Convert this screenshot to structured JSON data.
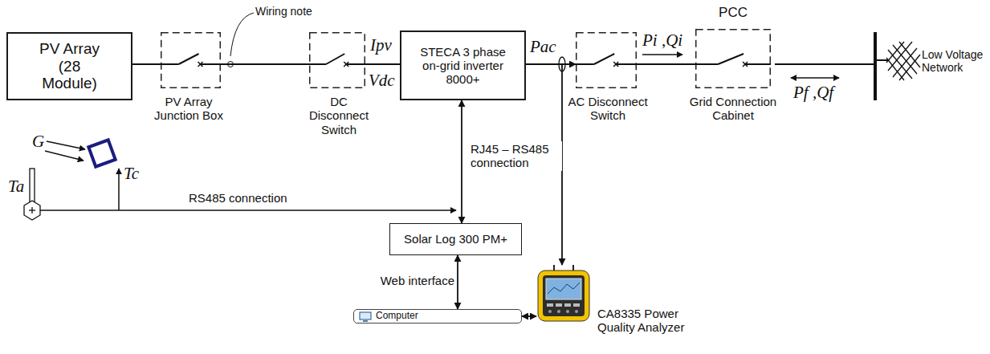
{
  "diagram": {
    "nodes": [
      {
        "text": [
          "PV Array (28 Module)"
        ]
      },
      {
        "text": [
          "PV Array Junction Box"
        ]
      },
      {
        "text": [
          "DC Disconnect Switch"
        ]
      },
      {
        "text": [
          "STECA 3 phase on-grid inverter 8000+"
        ]
      },
      {
        "text": [
          "AC Disconnect Switch"
        ]
      },
      {
        "text": [
          "PCC",
          "Grid Connection Cabinet"
        ]
      },
      {
        "text": [
          "Solar Log 300 PM+"
        ]
      },
      {
        "text": [
          "Computer"
        ]
      },
      {
        "text": [
          "CA8335 Power Quality Analyzer"
        ]
      }
    ],
    "edges": [
      {
        "from": 0,
        "to": 1,
        "arrow": "none"
      },
      {
        "from": 1,
        "to": 2,
        "arrow": "none"
      },
      {
        "from": 2,
        "to": 3,
        "arrow": "none"
      },
      {
        "from": 3,
        "to": 4,
        "arrow": "to"
      },
      {
        "from": 4,
        "to": 5,
        "arrow": "none"
      },
      {
        "from": 3,
        "to": 6,
        "label": "RJ45 – RS485 connection",
        "arrow": "both"
      },
      {
        "from": 6,
        "to": 7,
        "label": "Web interface",
        "arrow": "both"
      },
      {
        "from": 7,
        "to": 8,
        "arrow": "both"
      },
      {
        "from": 4,
        "to": 8,
        "arrow": "to"
      }
    ],
    "labels": [
      "Wiring note",
      "Ipv",
      "Vdc",
      "Pac",
      "Pi ,Qi",
      "Pf ,Qf",
      "Low Voltage Network",
      "G",
      "Tc",
      "Ta",
      "RS485 connection"
    ]
  }
}
